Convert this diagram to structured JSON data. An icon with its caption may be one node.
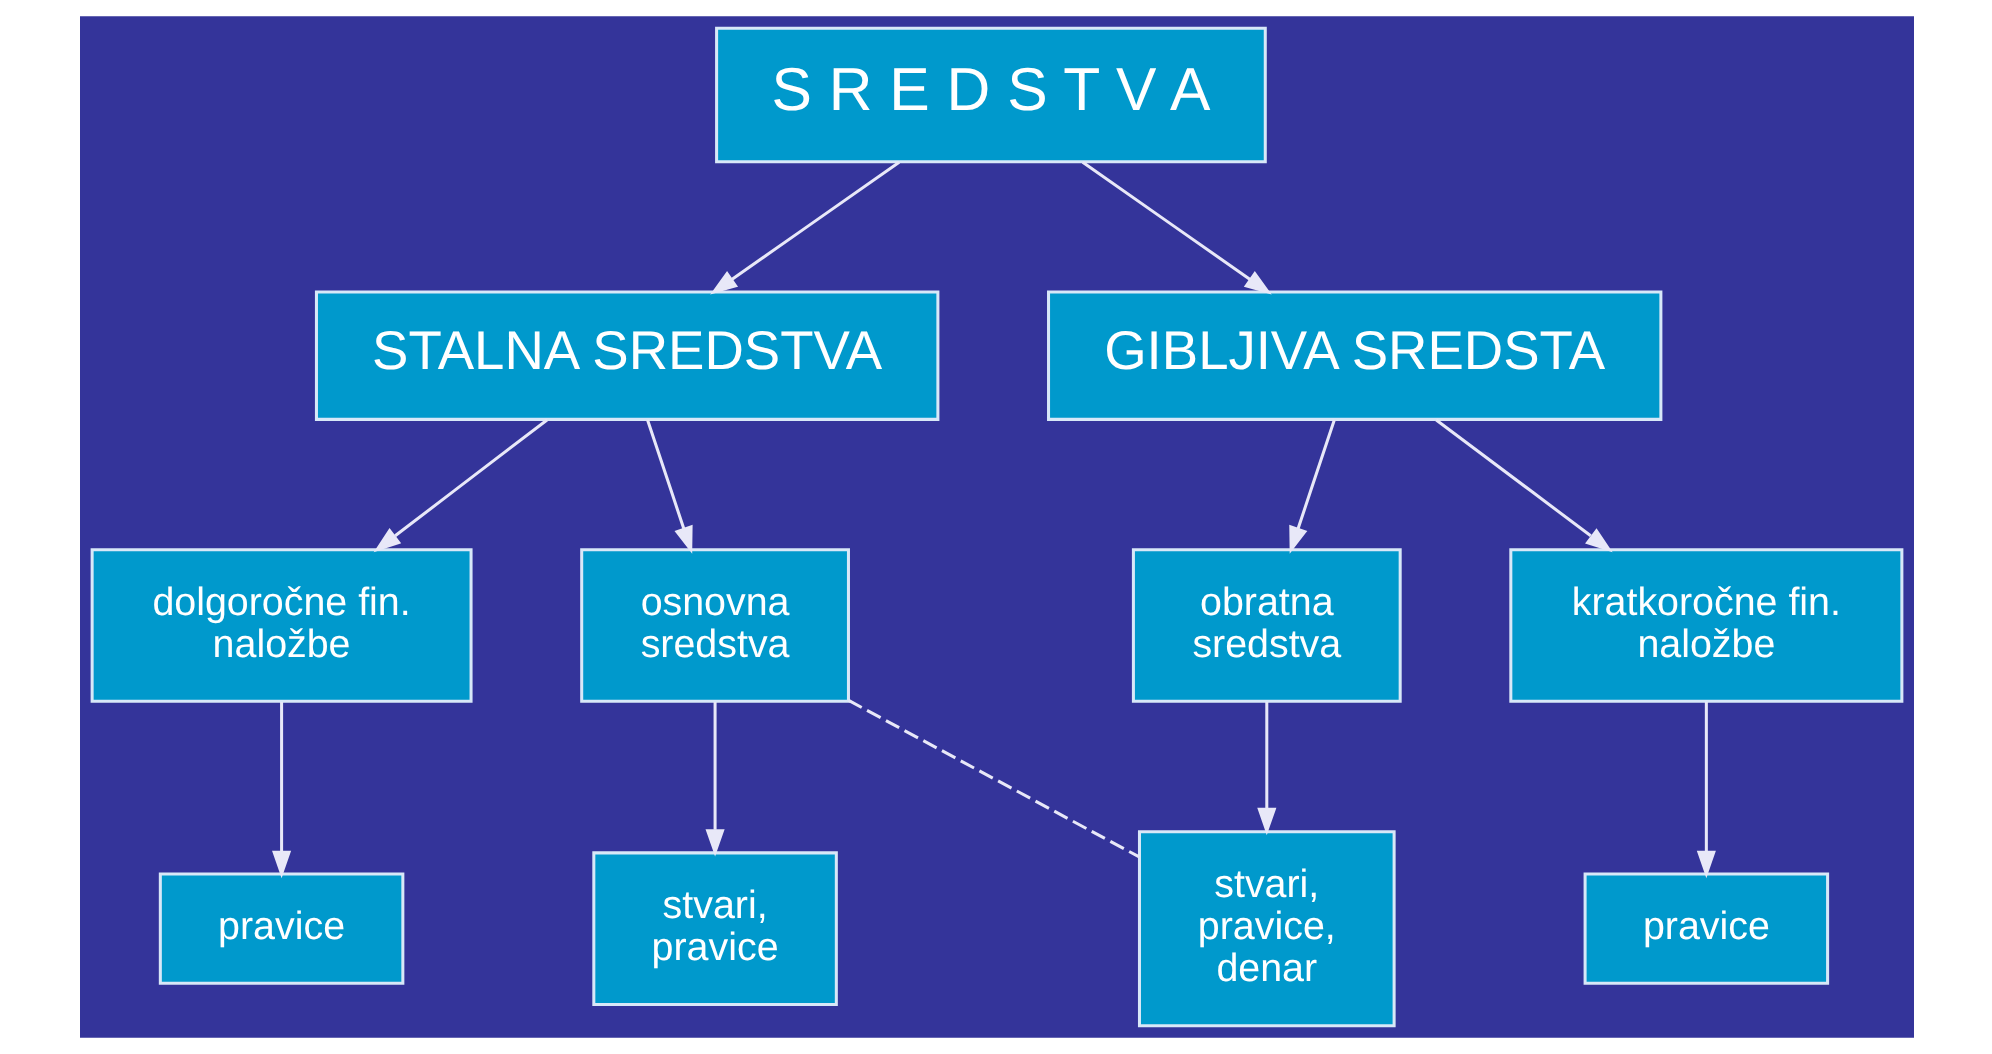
{
  "diagram": {
    "nodes": [
      {
        "text": [
          "S R E D S T V A"
        ]
      },
      {
        "text": [
          "STALNA SREDSTVA"
        ]
      },
      {
        "text": [
          "GIBLJIVA SREDSTA"
        ]
      },
      {
        "text": [
          "dolgoročne fin. naložbe"
        ]
      },
      {
        "text": [
          "osnovna sredstva"
        ]
      },
      {
        "text": [
          "obratna sredstva"
        ]
      },
      {
        "text": [
          "kratkoročne fin. naložbe"
        ]
      },
      {
        "text": [
          "pravice"
        ]
      },
      {
        "text": [
          "stvari, pravice"
        ]
      },
      {
        "text": [
          "stvari, pravice, denar"
        ]
      },
      {
        "text": [
          "pravice"
        ]
      }
    ],
    "edges": [
      {
        "from": 0,
        "to": 1,
        "arrow": "to"
      },
      {
        "from": 0,
        "to": 2,
        "arrow": "to"
      },
      {
        "from": 1,
        "to": 3,
        "arrow": "to"
      },
      {
        "from": 1,
        "to": 4,
        "arrow": "to"
      },
      {
        "from": 2,
        "to": 5,
        "arrow": "to"
      },
      {
        "from": 2,
        "to": 6,
        "arrow": "to"
      },
      {
        "from": 3,
        "to": 7,
        "arrow": "to"
      },
      {
        "from": 4,
        "to": 8,
        "arrow": "to"
      },
      {
        "from": 5,
        "to": 9,
        "arrow": "to"
      },
      {
        "from": 6,
        "to": 10,
        "arrow": "to"
      },
      {
        "from": 4,
        "to": 9,
        "arrow": "none",
        "style": "dashed"
      }
    ]
  }
}
